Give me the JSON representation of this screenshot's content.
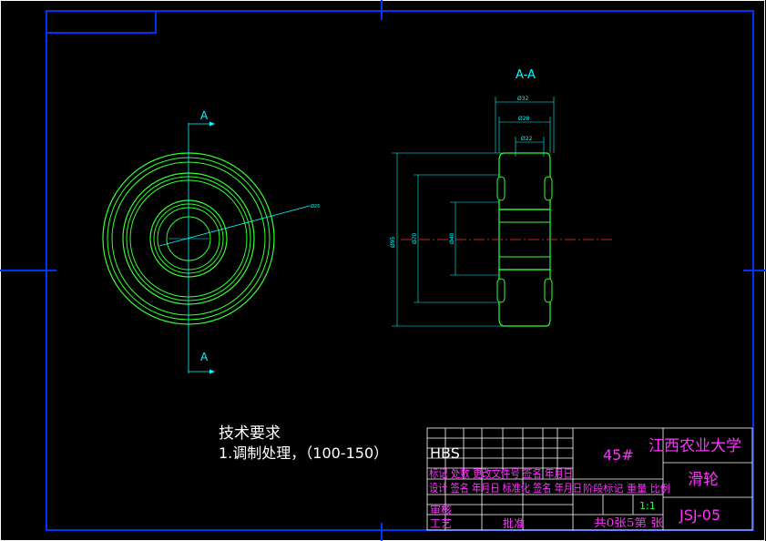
{
  "section_title": "A-A",
  "section_mark_top": "A",
  "section_mark_bottom": "A",
  "dimensions": {
    "d32": "Ø32",
    "d28": "Ø28",
    "d22": "Ø22",
    "d95": "Ø95",
    "d70": "Ø70",
    "d40": "Ø40",
    "d25": "Ø25"
  },
  "tech_requirements": {
    "title": "技术要求",
    "line1_prefix": "1.调制处理，（100-150）",
    "line1_suffix": "HBS"
  },
  "title_block": {
    "material": "45#",
    "school": "江西农业大学",
    "part_name": "滑轮",
    "drawing_no": "JSJ-05",
    "scale": "1:1",
    "row_mark": "标记 处数 更改文件号 签名 年月日",
    "row_design": "设计 签名 年月日 标准化 签名 年月日",
    "row_stage": "阶段标记 重量 比例",
    "row_review": "审核",
    "row_process": "工艺",
    "row_approve": "批准",
    "sheet_info": "共0张5第 张"
  },
  "colors": {
    "frame": "#0033ff",
    "part": "#33ff33",
    "dimension": "#00ffff",
    "centerline": "#ff3333",
    "title_text": "#ff33ff",
    "annotation": "#ffffff"
  }
}
